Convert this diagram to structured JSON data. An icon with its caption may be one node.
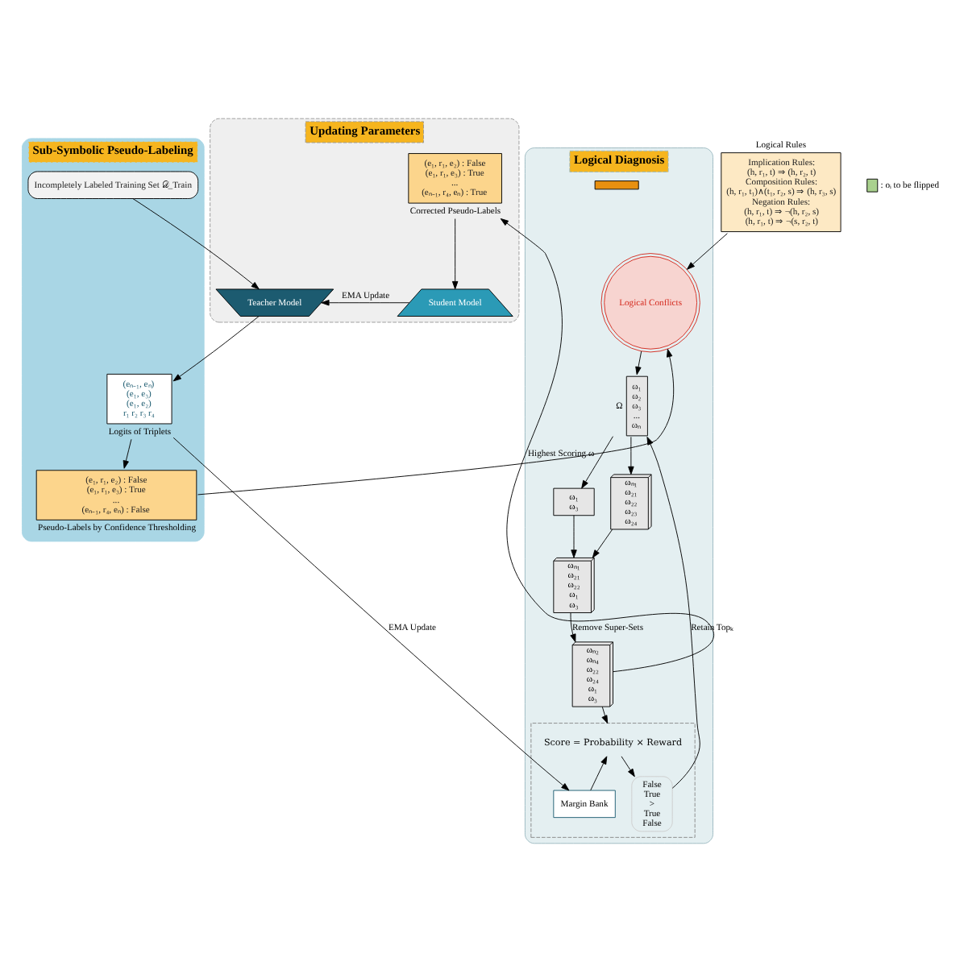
{
  "diagram": {
    "nodes": [
      {
        "text": [
          "Sub-Symbolic Pseudo-Labeling"
        ]
      },
      {
        "text": [
          "Incompletely Labeled Training Set 𝒟_Train"
        ],
        "in": 0
      },
      {
        "text": [
          "Updating Parameters"
        ]
      },
      {
        "text": [
          "Teacher Model"
        ],
        "in": 2
      },
      {
        "text": [
          "Student Model"
        ],
        "in": 2
      },
      {
        "text": [
          "(e₁, r₁, e₂) : False",
          "(e₁, r₁, e₃) : True",
          "...",
          "(eₙ₋₁, r₄, eₙ) : True"
        ],
        "beside": [
          "Corrected Pseudo-Labels"
        ],
        "in": 2
      },
      {
        "text": [
          "(eₙ₋₁, eₙ)",
          "(e₁, e₃)",
          "(e₁, e₂)",
          "r₁ r₂ r₃ r₄"
        ],
        "beside": [
          "Logits of Triplets"
        ],
        "in": 0
      },
      {
        "text": [
          "(e₁, r₁, e₂) : False",
          "(e₁, r₁, e₃) : True",
          "...",
          "(eₙ₋₁, r₄, eₙ) : False"
        ],
        "beside": [
          "Pseudo-Labels by Confidence Thresholding"
        ],
        "in": 0
      },
      {
        "text": [
          "Implication Rules:",
          "(h, r₁, t) ⇒ (h, r₂, t)",
          "Composition Rules:",
          "(h, r₁, t₁)∧(t₁, r₂, s) ⇒ (h, r₃, s)",
          "Negation Rules:",
          "(h, r₁, t) ⇒ ¬(h, r₂, s)",
          "(h, r₁, t) ⇒ ¬(s, r₂, t)"
        ],
        "beside": [
          "Logical Rules"
        ]
      },
      {
        "text": [
          "Logical Diagnosis"
        ]
      },
      {
        "text": [
          "Logical Conflicts"
        ],
        "in": 9
      },
      {
        "text": [
          "ω₁",
          "ω₂",
          "ω₃",
          "...",
          "ωₙ"
        ],
        "beside": [
          "Ω"
        ],
        "in": 9
      },
      {
        "text": [
          "ω₁",
          "ω₃"
        ],
        "in": 9
      },
      {
        "text": [
          "ωₙ₁",
          "ω₂₁",
          "ω₂₂",
          "ω₂₃",
          "ω₂₄"
        ],
        "in": 9
      },
      {
        "text": [
          "ωₙ₁",
          "ω₂₁",
          "ω₂₂",
          "ω₁",
          "ω₃"
        ],
        "in": 9
      },
      {
        "text": [
          "ωₙ₂",
          "ωₙ₄",
          "ω₂₂",
          "ω₂₄",
          "ω₁",
          "ω₃"
        ],
        "in": 9
      },
      {
        "text": [],
        "shape": "box",
        "in": 9
      },
      {
        "text": [
          "Score = Probability × Reward"
        ],
        "in": 16
      },
      {
        "text": [
          "Margin Bank"
        ],
        "in": 16
      },
      {
        "text": [
          "False",
          "True",
          ">",
          "True",
          "False"
        ],
        "in": 16
      },
      {
        "text": [],
        "shape": "bar",
        "in": 9
      }
    ],
    "edges": [
      {
        "from": 1,
        "to": 3,
        "arrow": "to"
      },
      {
        "from": 3,
        "to": 6,
        "arrow": "to"
      },
      {
        "from": 6,
        "to": 7,
        "arrow": "to"
      },
      {
        "from": 4,
        "to": 3,
        "arrow": "to",
        "label": "EMA Update"
      },
      {
        "from": 5,
        "to": 4,
        "arrow": "to"
      },
      {
        "from": 6,
        "to": 18,
        "arrow": "to",
        "label": "EMA Update"
      },
      {
        "from": 7,
        "to": 10,
        "arrow": "to"
      },
      {
        "from": 8,
        "to": 10,
        "arrow": "to"
      },
      {
        "from": 10,
        "to": 11,
        "arrow": "to"
      },
      {
        "from": 11,
        "to": 12,
        "arrow": "to"
      },
      {
        "from": 11,
        "to": 13,
        "arrow": "to"
      },
      {
        "from": 12,
        "to": 14,
        "arrow": "to"
      },
      {
        "from": 13,
        "to": 14,
        "arrow": "to"
      },
      {
        "from": 14,
        "to": 15,
        "arrow": "to",
        "label": "Remove Super-Sets"
      },
      {
        "from": 15,
        "to": 16,
        "arrow": "to"
      },
      {
        "from": 18,
        "to": 17,
        "arrow": "to"
      },
      {
        "from": 17,
        "to": 19,
        "arrow": "to"
      },
      {
        "from": 19,
        "to": 11,
        "arrow": "to",
        "label": "Retain Topₖ"
      },
      {
        "from": 15,
        "to": 5,
        "arrow": "to",
        "label": "Highest Scoring ω"
      }
    ],
    "legend": [
      {
        "text": ": oᵢ to be flipped",
        "color": "#a9d18e"
      }
    ]
  }
}
